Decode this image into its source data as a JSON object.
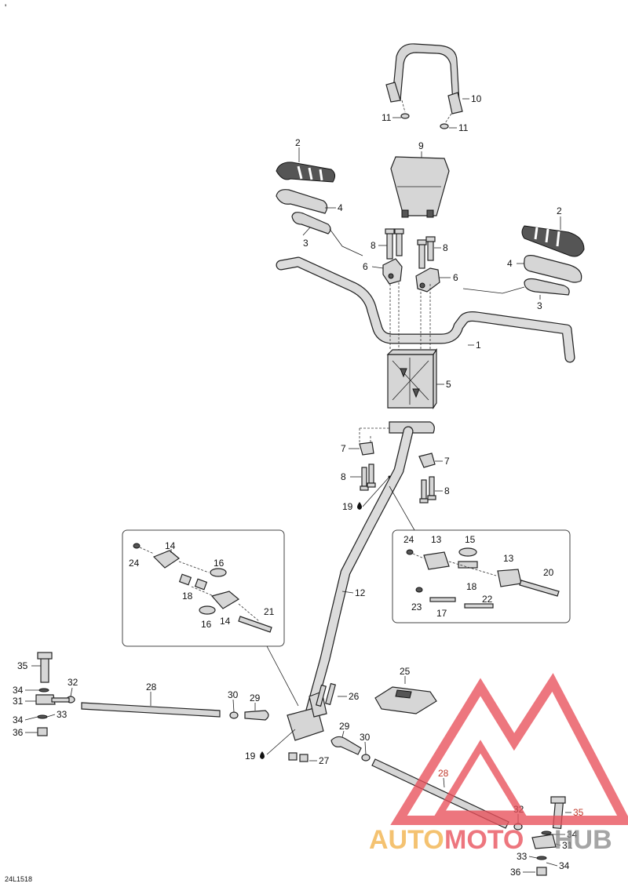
{
  "diagram": {
    "code": "24L1518",
    "corner_mark": "'",
    "callouts": {
      "c1": "1",
      "c2a": "2",
      "c2b": "2",
      "c3a": "3",
      "c3b": "3",
      "c4a": "4",
      "c4b": "4",
      "c5": "5",
      "c6a": "6",
      "c6b": "6",
      "c7a": "7",
      "c7b": "7",
      "c8a": "8",
      "c8b": "8",
      "c8c": "8",
      "c8d": "8",
      "c9": "9",
      "c10": "10",
      "c11a": "11",
      "c11b": "11",
      "c12": "12",
      "c13a": "13",
      "c13b": "13",
      "c14a": "14",
      "c14b": "14",
      "c15": "15",
      "c16a": "16",
      "c16b": "16",
      "c17": "17",
      "c18a": "18",
      "c18b": "18",
      "c19a": "19",
      "c19b": "19",
      "c20": "20",
      "c21": "21",
      "c22": "22",
      "c23": "23",
      "c24a": "24",
      "c24b": "24",
      "c25": "25",
      "c26": "26",
      "c27": "27",
      "c28a": "28",
      "c28b": "28",
      "c29a": "29",
      "c29b": "29",
      "c30a": "30",
      "c30b": "30",
      "c31a": "31",
      "c31b": "31",
      "c32a": "32",
      "c32b": "32",
      "c33a": "33",
      "c33b": "33",
      "c34a": "34",
      "c34b": "34",
      "c34c": "34",
      "c35a": "35",
      "c35b": "35",
      "c36a": "36",
      "c36b": "36"
    }
  },
  "watermark": {
    "text_auto": "AUTO",
    "text_moto": "MOTO",
    "text_hub": "HUB",
    "color_primary": "#e8505b",
    "color_secondary": "#f2b24a",
    "color_dark": "#8c8c8c"
  }
}
